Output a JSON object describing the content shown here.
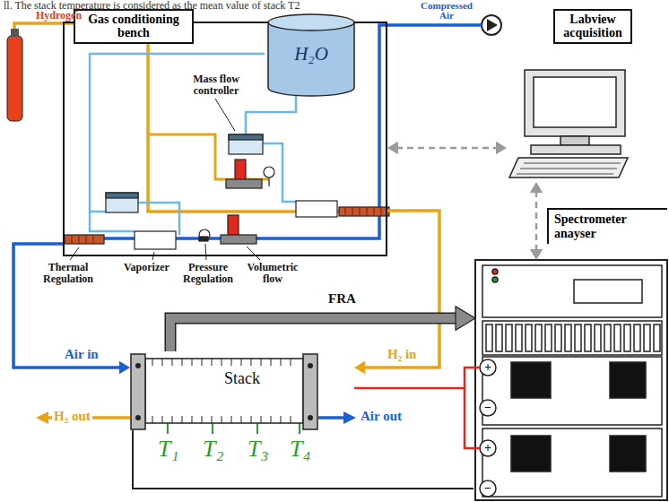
{
  "diagram": {
    "nodes": [
      {
        "text": [
          "Gas conditioning bench"
        ]
      },
      {
        "text": [
          "H₂O"
        ],
        "in": 0
      },
      {
        "text": [
          "Labview acquisition"
        ]
      },
      {
        "text": [
          "Stack"
        ]
      },
      {
        "text": [
          "Spectrometer anayser"
        ]
      }
    ],
    "edges": [
      {
        "from": 0,
        "to": 3,
        "arrow": "to",
        "label": "Air in"
      },
      {
        "from": 0,
        "to": 3,
        "arrow": "to",
        "label": "H₂ in"
      },
      {
        "from": 3,
        "to": 4,
        "arrow": "to",
        "label": "FRA"
      },
      {
        "from": 0,
        "to": 2,
        "arrow": "both"
      },
      {
        "from": 2,
        "to": 4,
        "arrow": "both"
      },
      {
        "from": 3,
        "to": 4,
        "arrow": "none"
      }
    ],
    "labels": [
      "ll. The stack temperature is considered as the mean value of stack T2",
      "Hydrogen",
      "Compressed Air",
      "Mass flow controller",
      "Thermal Regulation",
      "Vaporizer",
      "Pressure Regulation",
      "Volumetric flow",
      "H₂ out",
      "Air out",
      "T₁",
      "T₂",
      "T₃",
      "T₄",
      "+",
      "−",
      "+",
      "−"
    ]
  }
}
